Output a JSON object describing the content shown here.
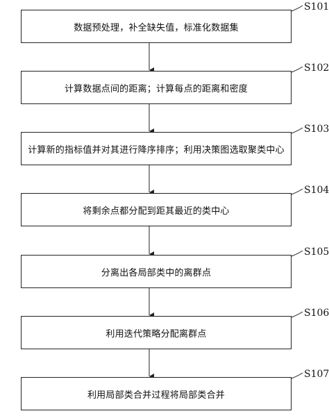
{
  "steps": [
    {
      "id": "S101",
      "text": "数据预处理，补全缺失值，标准化数据集"
    },
    {
      "id": "S102",
      "text": "计算数据点间的距离；计算每点的距离和密度"
    },
    {
      "id": "S103",
      "text": "计算新的指标值并对其进行降序排序；利用决策图选取聚类中心"
    },
    {
      "id": "S104",
      "text": "将剩余点都分配到距其最近的类中心"
    },
    {
      "id": "S105",
      "text": "分离出各局部类中的离群点"
    },
    {
      "id": "S106",
      "text": "利用迭代策略分配离群点"
    },
    {
      "id": "S107",
      "text": "利用局部类合并过程将局部类合并"
    }
  ],
  "colors": {
    "stroke": "#222222",
    "text": "#111111",
    "background": "#ffffff"
  }
}
